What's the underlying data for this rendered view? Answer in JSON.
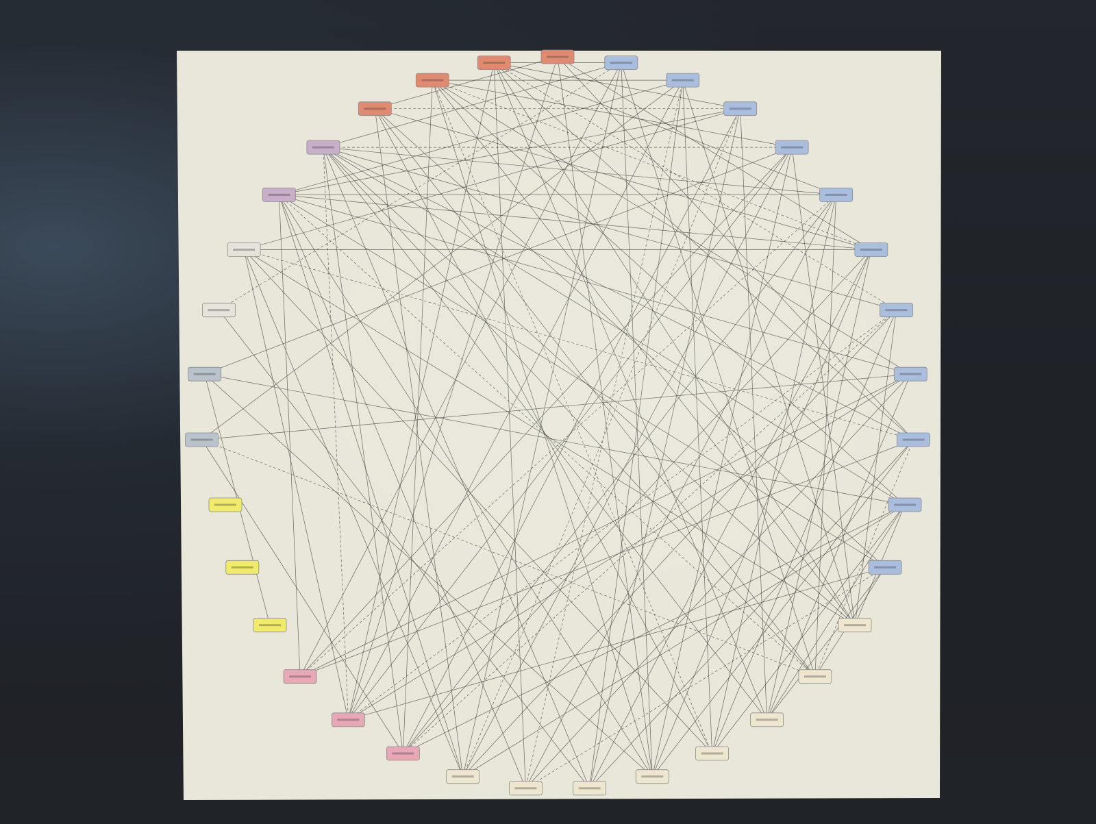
{
  "colors": {
    "canvas": "#e9e7da",
    "edge": "#3a3a3a",
    "orange": "#e08a70",
    "blue": "#a9bede",
    "purple": "#c9aec9",
    "gray_light": "#e6e4da",
    "gray_blue": "#b9c3cc",
    "yellow": "#f0ec6a",
    "pink": "#e8a8b8",
    "cream": "#efe6cf"
  },
  "diagram": {
    "type": "network-graph",
    "layout": "circular",
    "nodes": [
      {
        "id": "n0",
        "color": "orange",
        "label": ""
      },
      {
        "id": "n1",
        "color": "blue",
        "label": ""
      },
      {
        "id": "n2",
        "color": "blue",
        "label": ""
      },
      {
        "id": "n3",
        "color": "blue",
        "label": ""
      },
      {
        "id": "n4",
        "color": "blue",
        "label": ""
      },
      {
        "id": "n5",
        "color": "blue",
        "label": ""
      },
      {
        "id": "n6",
        "color": "blue",
        "label": ""
      },
      {
        "id": "n7",
        "color": "blue",
        "label": ""
      },
      {
        "id": "n8",
        "color": "blue",
        "label": ""
      },
      {
        "id": "n9",
        "color": "blue",
        "label": ""
      },
      {
        "id": "n10",
        "color": "blue",
        "label": ""
      },
      {
        "id": "n11",
        "color": "blue",
        "label": ""
      },
      {
        "id": "n12",
        "color": "cream",
        "label": ""
      },
      {
        "id": "n13",
        "color": "cream",
        "label": ""
      },
      {
        "id": "n14",
        "color": "cream",
        "label": ""
      },
      {
        "id": "n15",
        "color": "cream",
        "label": ""
      },
      {
        "id": "n16",
        "color": "cream",
        "label": ""
      },
      {
        "id": "n17",
        "color": "cream",
        "label": ""
      },
      {
        "id": "n18",
        "color": "cream",
        "label": ""
      },
      {
        "id": "n19",
        "color": "cream",
        "label": ""
      },
      {
        "id": "n20",
        "color": "pink",
        "label": ""
      },
      {
        "id": "n21",
        "color": "pink",
        "label": ""
      },
      {
        "id": "n22",
        "color": "pink",
        "label": ""
      },
      {
        "id": "n23",
        "color": "yellow",
        "label": ""
      },
      {
        "id": "n24",
        "color": "yellow",
        "label": ""
      },
      {
        "id": "n25",
        "color": "yellow",
        "label": ""
      },
      {
        "id": "n26",
        "color": "gray_blue",
        "label": ""
      },
      {
        "id": "n27",
        "color": "gray_blue",
        "label": ""
      },
      {
        "id": "n28",
        "color": "gray_light",
        "label": ""
      },
      {
        "id": "n29",
        "color": "gray_light",
        "label": ""
      },
      {
        "id": "n30",
        "color": "purple",
        "label": ""
      },
      {
        "id": "n31",
        "color": "purple",
        "label": ""
      },
      {
        "id": "n32",
        "color": "orange",
        "label": ""
      },
      {
        "id": "n33",
        "color": "orange",
        "label": ""
      },
      {
        "id": "n34",
        "color": "orange",
        "label": ""
      }
    ],
    "edges": [
      [
        "n34",
        "n1"
      ],
      [
        "n34",
        "n3"
      ],
      [
        "n34",
        "n5"
      ],
      [
        "n34",
        "n7"
      ],
      [
        "n34",
        "n14"
      ],
      [
        "n34",
        "n18"
      ],
      [
        "n34",
        "n21"
      ],
      [
        "n34",
        "n9"
      ],
      [
        "n33",
        "n2"
      ],
      [
        "n33",
        "n4"
      ],
      [
        "n33",
        "n6"
      ],
      [
        "n33",
        "n12"
      ],
      [
        "n33",
        "n16"
      ],
      [
        "n33",
        "n20"
      ],
      [
        "n33",
        "n8"
      ],
      [
        "n33",
        "n10"
      ],
      [
        "n32",
        "n0"
      ],
      [
        "n32",
        "n3"
      ],
      [
        "n32",
        "n6"
      ],
      [
        "n32",
        "n11"
      ],
      [
        "n32",
        "n15"
      ],
      [
        "n32",
        "n19"
      ],
      [
        "n32",
        "n13"
      ],
      [
        "n31",
        "n1"
      ],
      [
        "n31",
        "n4"
      ],
      [
        "n31",
        "n7"
      ],
      [
        "n31",
        "n9"
      ],
      [
        "n31",
        "n12"
      ],
      [
        "n31",
        "n14"
      ],
      [
        "n31",
        "n17"
      ],
      [
        "n31",
        "n20"
      ],
      [
        "n31",
        "n21"
      ],
      [
        "n31",
        "n10"
      ],
      [
        "n31",
        "n5"
      ],
      [
        "n30",
        "n2"
      ],
      [
        "n30",
        "n5"
      ],
      [
        "n30",
        "n8"
      ],
      [
        "n30",
        "n11"
      ],
      [
        "n30",
        "n13"
      ],
      [
        "n30",
        "n16"
      ],
      [
        "n30",
        "n18"
      ],
      [
        "n30",
        "n22"
      ],
      [
        "n30",
        "n6"
      ],
      [
        "n30",
        "n3"
      ],
      [
        "n30",
        "n19"
      ],
      [
        "n29",
        "n9"
      ],
      [
        "n29",
        "n15"
      ],
      [
        "n29",
        "n19"
      ],
      [
        "n29",
        "n21"
      ],
      [
        "n29",
        "n6"
      ],
      [
        "n29",
        "n12"
      ],
      [
        "n29",
        "n3"
      ],
      [
        "n28",
        "n1"
      ],
      [
        "n28",
        "n17"
      ],
      [
        "n27",
        "n10"
      ],
      [
        "n27",
        "n4"
      ],
      [
        "n27",
        "n16"
      ],
      [
        "n27",
        "n23"
      ],
      [
        "n26",
        "n8"
      ],
      [
        "n26",
        "n13"
      ],
      [
        "n26",
        "n20"
      ],
      [
        "n26",
        "n2"
      ],
      [
        "n1",
        "n19"
      ],
      [
        "n1",
        "n16"
      ],
      [
        "n1",
        "n13"
      ],
      [
        "n1",
        "n22"
      ],
      [
        "n2",
        "n18"
      ],
      [
        "n2",
        "n15"
      ],
      [
        "n2",
        "n21"
      ],
      [
        "n2",
        "n12"
      ],
      [
        "n3",
        "n17"
      ],
      [
        "n3",
        "n14"
      ],
      [
        "n3",
        "n20"
      ],
      [
        "n3",
        "n19"
      ],
      [
        "n4",
        "n19"
      ],
      [
        "n4",
        "n12"
      ],
      [
        "n4",
        "n16"
      ],
      [
        "n4",
        "n21"
      ],
      [
        "n5",
        "n18"
      ],
      [
        "n5",
        "n13"
      ],
      [
        "n5",
        "n22"
      ],
      [
        "n5",
        "n15"
      ],
      [
        "n6",
        "n17"
      ],
      [
        "n6",
        "n14"
      ],
      [
        "n6",
        "n20"
      ],
      [
        "n7",
        "n19"
      ],
      [
        "n7",
        "n15"
      ],
      [
        "n7",
        "n21"
      ],
      [
        "n7",
        "n12"
      ],
      [
        "n8",
        "n18"
      ],
      [
        "n8",
        "n14"
      ],
      [
        "n8",
        "n22"
      ],
      [
        "n9",
        "n17"
      ],
      [
        "n9",
        "n16"
      ],
      [
        "n9",
        "n13"
      ],
      [
        "n10",
        "n15"
      ],
      [
        "n10",
        "n12"
      ],
      [
        "n10",
        "n20"
      ],
      [
        "n10",
        "n19"
      ],
      [
        "n11",
        "n14"
      ],
      [
        "n11",
        "n13"
      ],
      [
        "n11",
        "n18"
      ],
      [
        "n0",
        "n16"
      ],
      [
        "n0",
        "n21"
      ],
      [
        "n0",
        "n6"
      ],
      [
        "n0",
        "n9"
      ],
      [
        "n21",
        "n11"
      ],
      [
        "n21",
        "n8"
      ],
      [
        "n20",
        "n7"
      ],
      [
        "n20",
        "n5"
      ],
      [
        "n22",
        "n4"
      ],
      [
        "n22",
        "n9"
      ],
      [
        "n16",
        "n6"
      ],
      [
        "n17",
        "n2"
      ],
      [
        "n14",
        "n10"
      ],
      [
        "n15",
        "n33"
      ],
      [
        "n12",
        "n34"
      ],
      [
        "n13",
        "n31"
      ]
    ]
  }
}
